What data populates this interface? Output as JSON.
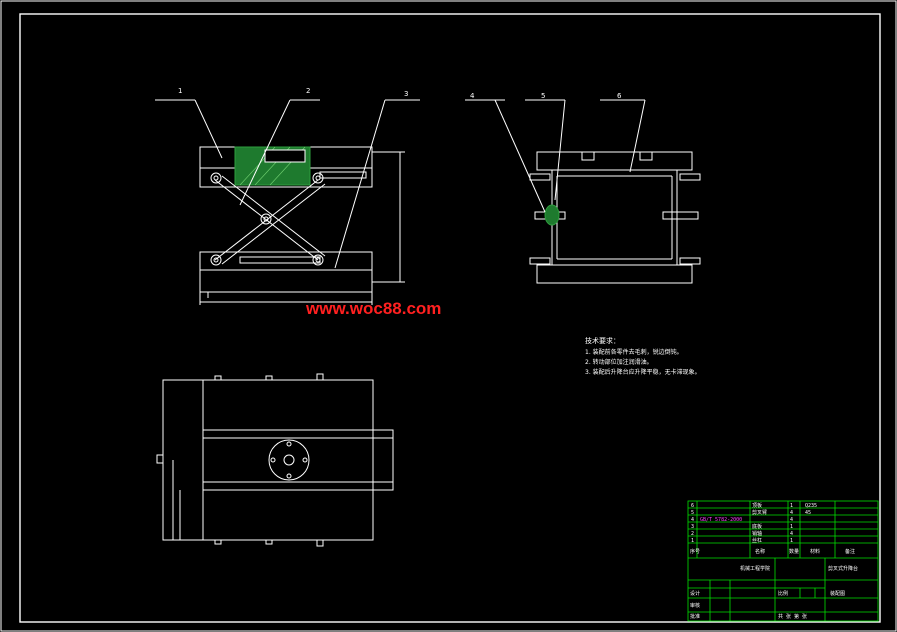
{
  "watermark": "www.woc88.com",
  "balloons": {
    "front": [
      "1",
      "2",
      "3"
    ],
    "side": [
      "4",
      "5",
      "6"
    ]
  },
  "notes": {
    "heading": "技术要求：",
    "lines": [
      "1. 装配前各零件去毛刺，锐边倒钝。",
      "2. 转动部位加注润滑油。",
      "3. 装配后升降台应升降平稳，无卡滞现象。"
    ]
  },
  "parts_list": {
    "rows": [
      {
        "no": "6",
        "name": "顶板",
        "qty": "1",
        "material": "Q235"
      },
      {
        "no": "5",
        "name": "剪叉臂",
        "qty": "4",
        "material": "45"
      },
      {
        "no": "4",
        "name": "GB/T 5782-2000",
        "qty": "4",
        "material": ""
      },
      {
        "no": "3",
        "name": "底板",
        "qty": "1",
        "material": ""
      },
      {
        "no": "2",
        "name": "销轴",
        "qty": "4",
        "material": ""
      },
      {
        "no": "1",
        "name": "丝杠",
        "qty": "1",
        "material": ""
      }
    ],
    "header": {
      "no": "序号",
      "name": "名称",
      "qty": "数量",
      "material": "材料",
      "note": "备注"
    }
  },
  "title_block": {
    "drawing_name": "剪叉式升降台",
    "org": "机械工程学院",
    "scale_label": "比例",
    "sheet_label": "共 张 第 张",
    "designer_label": "设计",
    "checker_label": "审核",
    "approver_label": "批准",
    "assembly": "装配图"
  },
  "colors": {
    "frame": "#ffffff",
    "drawing": "#ffffff",
    "hatch": "#2e9e3e",
    "watermark": "#ff2020",
    "table": "#00e000",
    "balloon_leader": "#ffffff"
  }
}
